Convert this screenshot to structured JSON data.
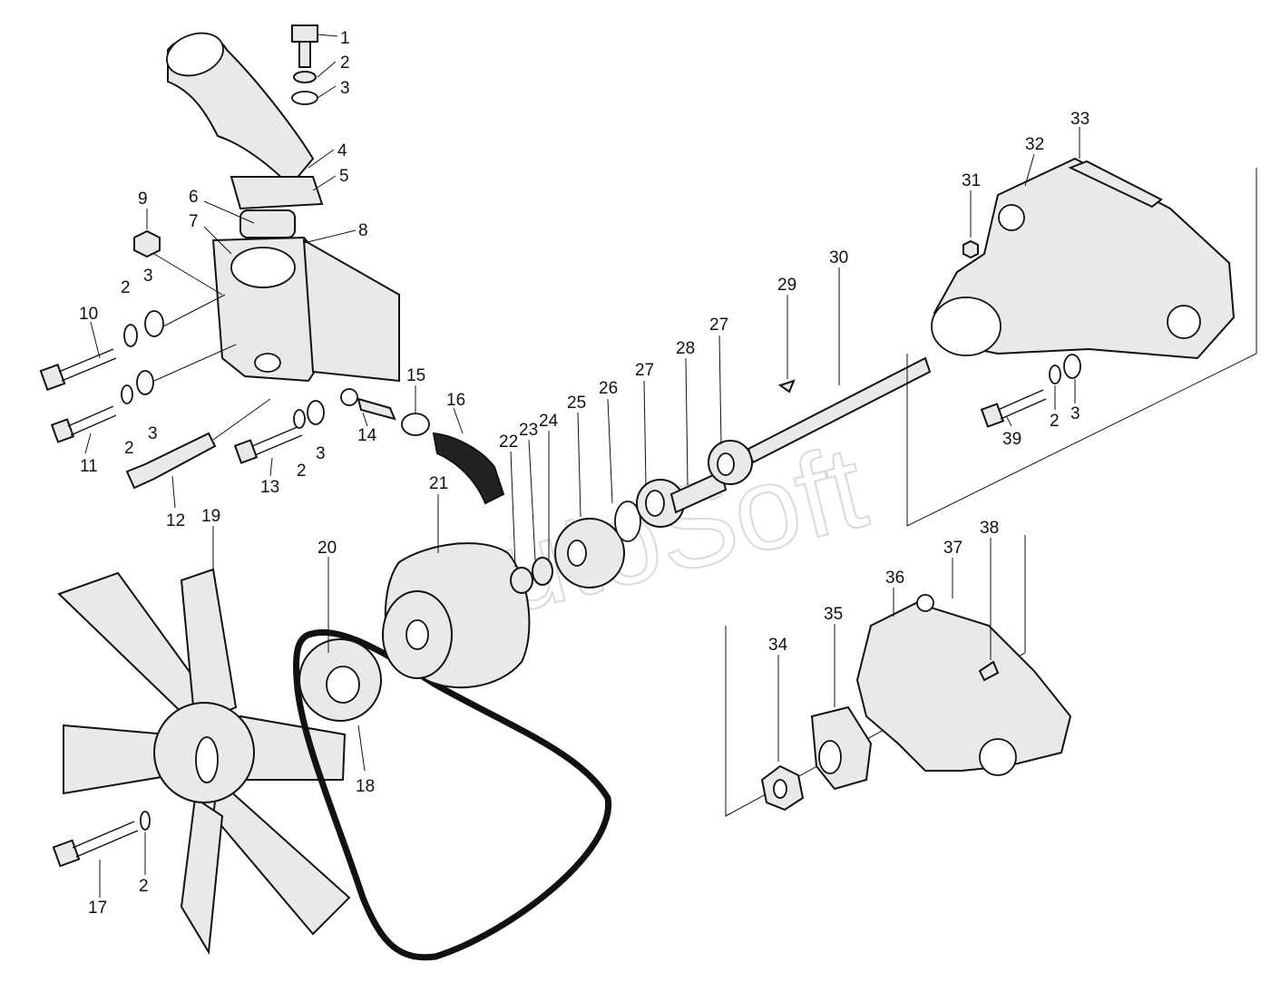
{
  "watermark": "AutoSoft",
  "callouts": [
    {
      "id": "c1",
      "text": "1"
    },
    {
      "id": "c2a",
      "text": "2"
    },
    {
      "id": "c3a",
      "text": "3"
    },
    {
      "id": "c4",
      "text": "4"
    },
    {
      "id": "c5",
      "text": "5"
    },
    {
      "id": "c6",
      "text": "6"
    },
    {
      "id": "c7",
      "text": "7"
    },
    {
      "id": "c8",
      "text": "8"
    },
    {
      "id": "c9",
      "text": "9"
    },
    {
      "id": "c10",
      "text": "10"
    },
    {
      "id": "c2b",
      "text": "2"
    },
    {
      "id": "c3b",
      "text": "3"
    },
    {
      "id": "c11",
      "text": "11"
    },
    {
      "id": "c2c",
      "text": "2"
    },
    {
      "id": "c3c",
      "text": "3"
    },
    {
      "id": "c12",
      "text": "12"
    },
    {
      "id": "c13",
      "text": "13"
    },
    {
      "id": "c2d",
      "text": "2"
    },
    {
      "id": "c3d",
      "text": "3"
    },
    {
      "id": "c14",
      "text": "14"
    },
    {
      "id": "c15",
      "text": "15"
    },
    {
      "id": "c16",
      "text": "16"
    },
    {
      "id": "c17",
      "text": "17"
    },
    {
      "id": "c2e",
      "text": "2"
    },
    {
      "id": "c18",
      "text": "18"
    },
    {
      "id": "c19",
      "text": "19"
    },
    {
      "id": "c20",
      "text": "20"
    },
    {
      "id": "c21",
      "text": "21"
    },
    {
      "id": "c22",
      "text": "22"
    },
    {
      "id": "c23",
      "text": "23"
    },
    {
      "id": "c24",
      "text": "24"
    },
    {
      "id": "c25",
      "text": "25"
    },
    {
      "id": "c26",
      "text": "26"
    },
    {
      "id": "c27a",
      "text": "27"
    },
    {
      "id": "c28",
      "text": "28"
    },
    {
      "id": "c27b",
      "text": "27"
    },
    {
      "id": "c29",
      "text": "29"
    },
    {
      "id": "c30",
      "text": "30"
    },
    {
      "id": "c31",
      "text": "31"
    },
    {
      "id": "c32",
      "text": "32"
    },
    {
      "id": "c33",
      "text": "33"
    },
    {
      "id": "c39",
      "text": "39"
    },
    {
      "id": "c2f",
      "text": "2"
    },
    {
      "id": "c3e",
      "text": "3"
    },
    {
      "id": "c34",
      "text": "34"
    },
    {
      "id": "c35",
      "text": "35"
    },
    {
      "id": "c36",
      "text": "36"
    },
    {
      "id": "c37",
      "text": "37"
    },
    {
      "id": "c38",
      "text": "38"
    }
  ]
}
